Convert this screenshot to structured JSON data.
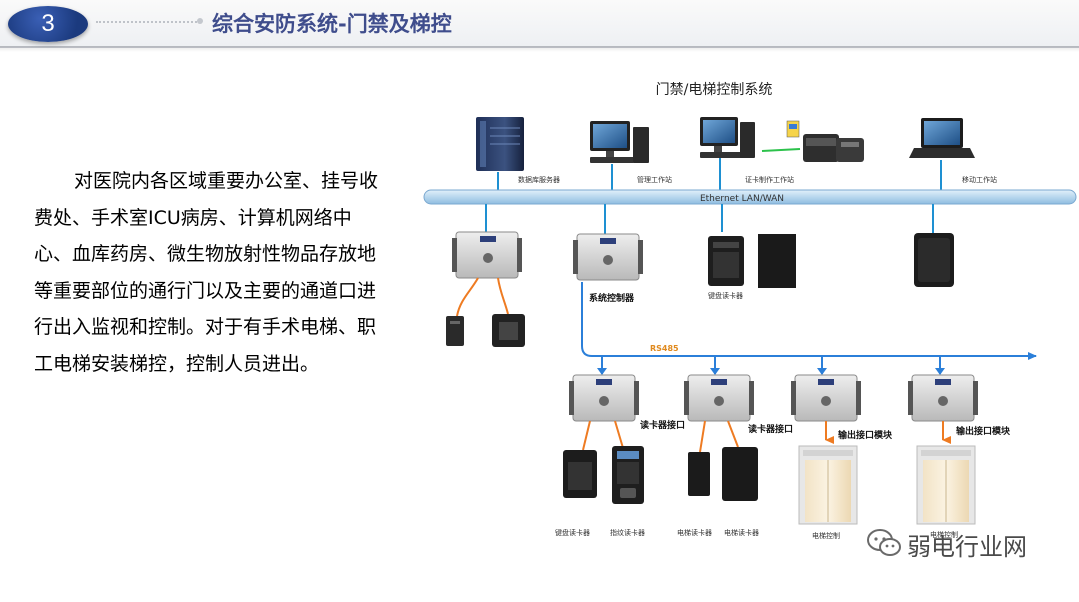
{
  "header": {
    "section_number": "3",
    "title": "综合安防系统-门禁及梯控"
  },
  "body": {
    "paragraph": "对医院内各区域重要办公室、挂号收费处、手术室ICU病房、计算机网络中心、血库药房、微生物放射性物品存放地等重要部位的通行门以及主要的通道口进行出入监视和控制。对于有手术电梯、职工电梯安装梯控，控制人员进出。"
  },
  "diagram": {
    "title": "门禁/电梯控制系统",
    "network_label": "Ethernet LAN/WAN",
    "bus_label": "RS485",
    "labels": {
      "db_server": "数据库服务器",
      "mgmt_station": "管理工作站",
      "card_station": "证卡制作工作站",
      "mobile_station": "移动工作站",
      "system_controller": "系统控制器",
      "keypad_reader_top": "键盘读卡器",
      "reader_interface_1": "读卡器接口",
      "reader_interface_2": "读卡器接口",
      "output_module_1": "输出接口模块",
      "output_module_2": "输出接口模块",
      "keypad_reader": "键盘读卡器",
      "fingerprint_reader": "指纹读卡器",
      "elevator_reader_1": "电梯读卡器",
      "elevator_reader_2": "电梯读卡器",
      "elevator_control_1": "电梯控制",
      "elevator_control_2": "电梯控制"
    }
  },
  "watermark": {
    "text": "弱电行业网",
    "icon": "wechat-icon"
  },
  "colors": {
    "accent": "#3f4d8c",
    "badge": "#1b3a7e",
    "network": "#b8d7ee",
    "link": "#1e90d2",
    "rs485": "#2b7fd9",
    "orange": "#ee7b22"
  }
}
